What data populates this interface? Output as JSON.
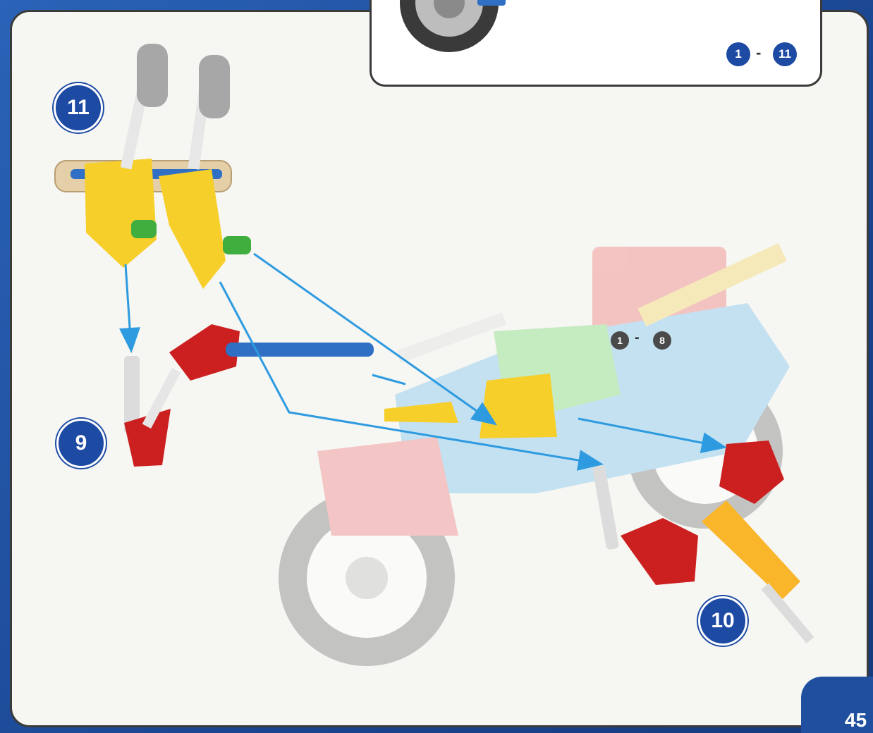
{
  "steps": {
    "step_9": "9",
    "step_10": "10",
    "step_11": "11"
  },
  "range_top": {
    "from": "1",
    "dash": "-",
    "to": "11"
  },
  "range_model": {
    "from": "1",
    "dash": "-",
    "to": "8"
  },
  "page_number": "45",
  "colors": {
    "badge": "#1d4aa3",
    "arrow": "#2e9be0",
    "yellow_part": "#f7cf2a",
    "red_part": "#cc1f1f",
    "blue_rod": "#2f6fc4",
    "gray_part": "#a7a7a7",
    "tan_part": "#e4cfa8",
    "green_part": "#3fae3f"
  }
}
